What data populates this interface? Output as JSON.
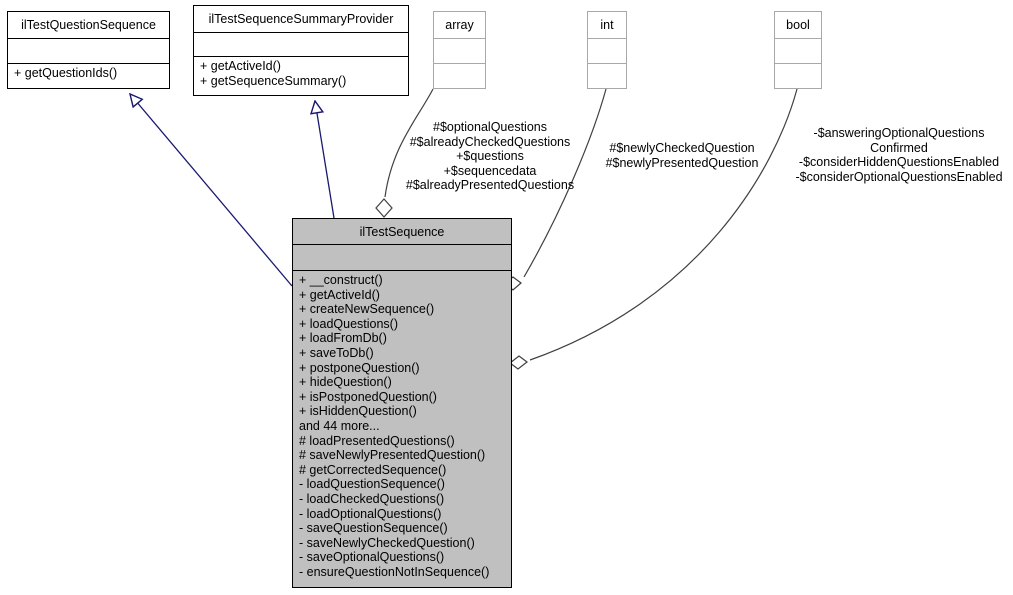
{
  "diagram": {
    "kind": "uml-class-diagram",
    "colors": {
      "interface_border": "#000000",
      "interface_fill": "#ffffff",
      "type_border": "#a8a8a8",
      "main_class_fill": "#c0c0c0",
      "main_class_border": "#000000",
      "inheritance_edge": "#191970",
      "association_edge": "#404040",
      "text": "#000000"
    }
  },
  "classes": {
    "question_sequence": {
      "name": "ilTestQuestionSequence",
      "attributes": [],
      "operations": [
        "+ getQuestionIds()"
      ]
    },
    "summary_provider": {
      "name": "ilTestSequenceSummaryProvider",
      "attributes": [],
      "operations": [
        "+ getActiveId()",
        "+ getSequenceSummary()"
      ]
    },
    "main": {
      "name": "ilTestSequence",
      "attributes": [],
      "operations": [
        "+ __construct()",
        "+ getActiveId()",
        "+ createNewSequence()",
        "+ loadQuestions()",
        "+ loadFromDb()",
        "+ saveToDb()",
        "+ postponeQuestion()",
        "+ hideQuestion()",
        "+ isPostponedQuestion()",
        "+ isHiddenQuestion()",
        "and 44 more...",
        "# loadPresentedQuestions()",
        "# saveNewlyPresentedQuestion()",
        "# getCorrectedSequence()",
        "- loadQuestionSequence()",
        "- loadCheckedQuestions()",
        "- loadOptionalQuestions()",
        "- saveQuestionSequence()",
        "- saveNewlyCheckedQuestion()",
        "- saveOptionalQuestions()",
        "- ensureQuestionNotInSequence()"
      ]
    }
  },
  "types": {
    "array": {
      "name": "array",
      "attributes": [],
      "operations": []
    },
    "int": {
      "name": "int",
      "attributes": [],
      "operations": []
    },
    "bool": {
      "name": "bool",
      "attributes": [],
      "operations": []
    }
  },
  "edge_labels": {
    "array_members": "#$optionalQuestions\n#$alreadyCheckedQuestions\n+$questions\n+$sequencedata\n#$alreadyPresentedQuestions",
    "int_members": "#$newlyCheckedQuestion\n#$newlyPresentedQuestion",
    "bool_members": "-$answeringOptionalQuestions\nConfirmed\n-$considerHiddenQuestionsEnabled\n-$considerOptionalQuestionsEnabled"
  },
  "relations": [
    {
      "type": "generalization",
      "from": "ilTestSequence",
      "to": "ilTestQuestionSequence"
    },
    {
      "type": "generalization",
      "from": "ilTestSequence",
      "to": "ilTestSequenceSummaryProvider"
    },
    {
      "type": "aggregation",
      "from": "ilTestSequence",
      "to": "array"
    },
    {
      "type": "aggregation",
      "from": "ilTestSequence",
      "to": "int"
    },
    {
      "type": "aggregation",
      "from": "ilTestSequence",
      "to": "bool"
    }
  ]
}
